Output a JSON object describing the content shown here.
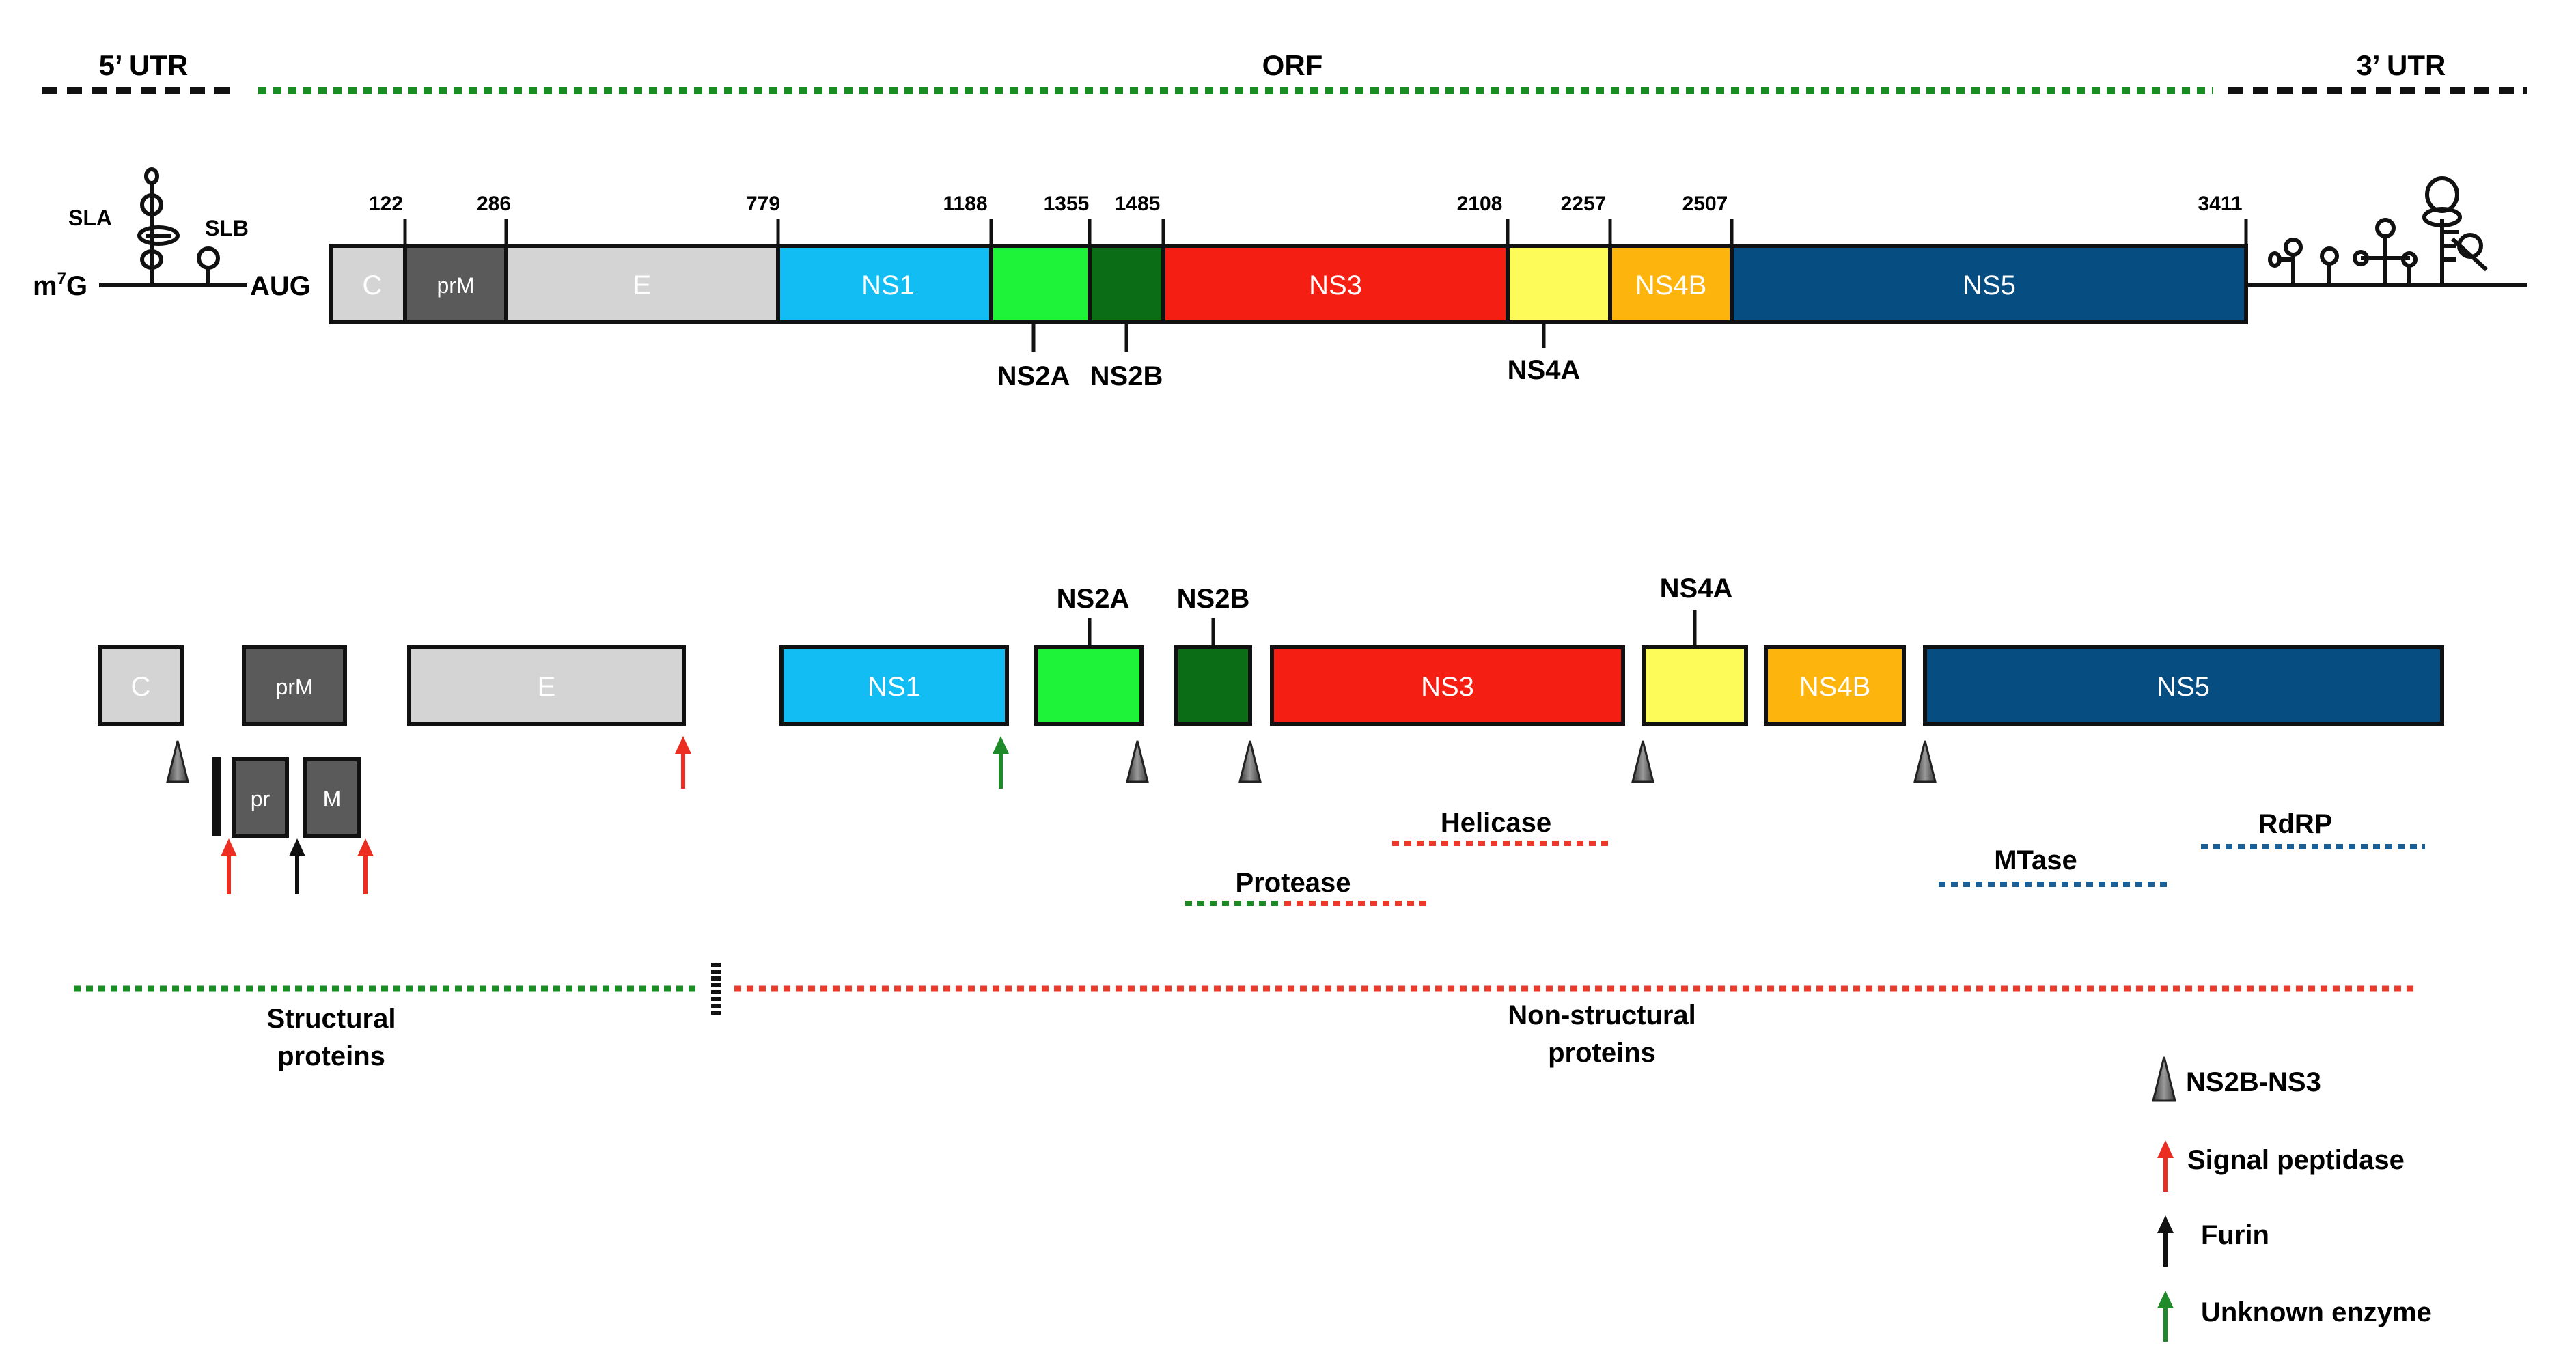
{
  "genome": {
    "utr5_label": "5’ UTR",
    "orf_label": "ORF",
    "utr3_label": "3’ UTR",
    "cap_label_m": "m",
    "cap_label_sup": "7",
    "cap_label_g": "G",
    "start_codon": "AUG",
    "sla_label": "SLA",
    "slb_label": "SLB",
    "positions": [
      "122",
      "286",
      "779",
      "1188",
      "1355",
      "1485",
      "2108",
      "2257",
      "2507",
      "3411"
    ],
    "segments": {
      "c": "C",
      "prm": "prM",
      "e": "E",
      "ns1": "NS1",
      "ns2a": "NS2A",
      "ns2b": "NS2B",
      "ns3": "NS3",
      "ns4a": "NS4A",
      "ns4b": "NS4B",
      "ns5": "NS5"
    }
  },
  "proteins": {
    "c": "C",
    "prm": "prM",
    "pr": "pr",
    "m": "M",
    "e": "E",
    "ns1": "NS1",
    "ns2a": "NS2A",
    "ns2b": "NS2B",
    "ns3": "NS3",
    "ns4a": "NS4A",
    "ns4b": "NS4B",
    "ns5": "NS5"
  },
  "domains": {
    "helicase": "Helicase",
    "protease": "Protease",
    "mtase": "MTase",
    "rdrp": "RdRP"
  },
  "groups": {
    "structural_line1": "Structural",
    "structural_line2": "proteins",
    "nonstructural_line1": "Non-structural",
    "nonstructural_line2": "proteins"
  },
  "legend": {
    "ns2b_ns3": "NS2B-NS3",
    "signal_peptidase": "Signal peptidase",
    "furin": "Furin",
    "unknown_enzyme": "Unknown enzyme"
  },
  "colors": {
    "c": "#d4d4d4",
    "prm": "#5a5a5a",
    "e": "#d4d4d4",
    "ns1": "#12bdf3",
    "ns2a": "#1ef33a",
    "ns2b": "#0b6e16",
    "ns3": "#f41e12",
    "ns4a": "#fdfb5a",
    "ns4b": "#fdb40d",
    "ns5": "#064d82",
    "structural_line": "#1a8c24",
    "nonstructural_line": "#e93a2c",
    "mtase_rdrp_line": "#1a5f96",
    "signal_peptidase_arrow": "#ec2e22",
    "furin_arrow": "#111111",
    "unknown_enzyme_arrow": "#1f8a2a"
  }
}
